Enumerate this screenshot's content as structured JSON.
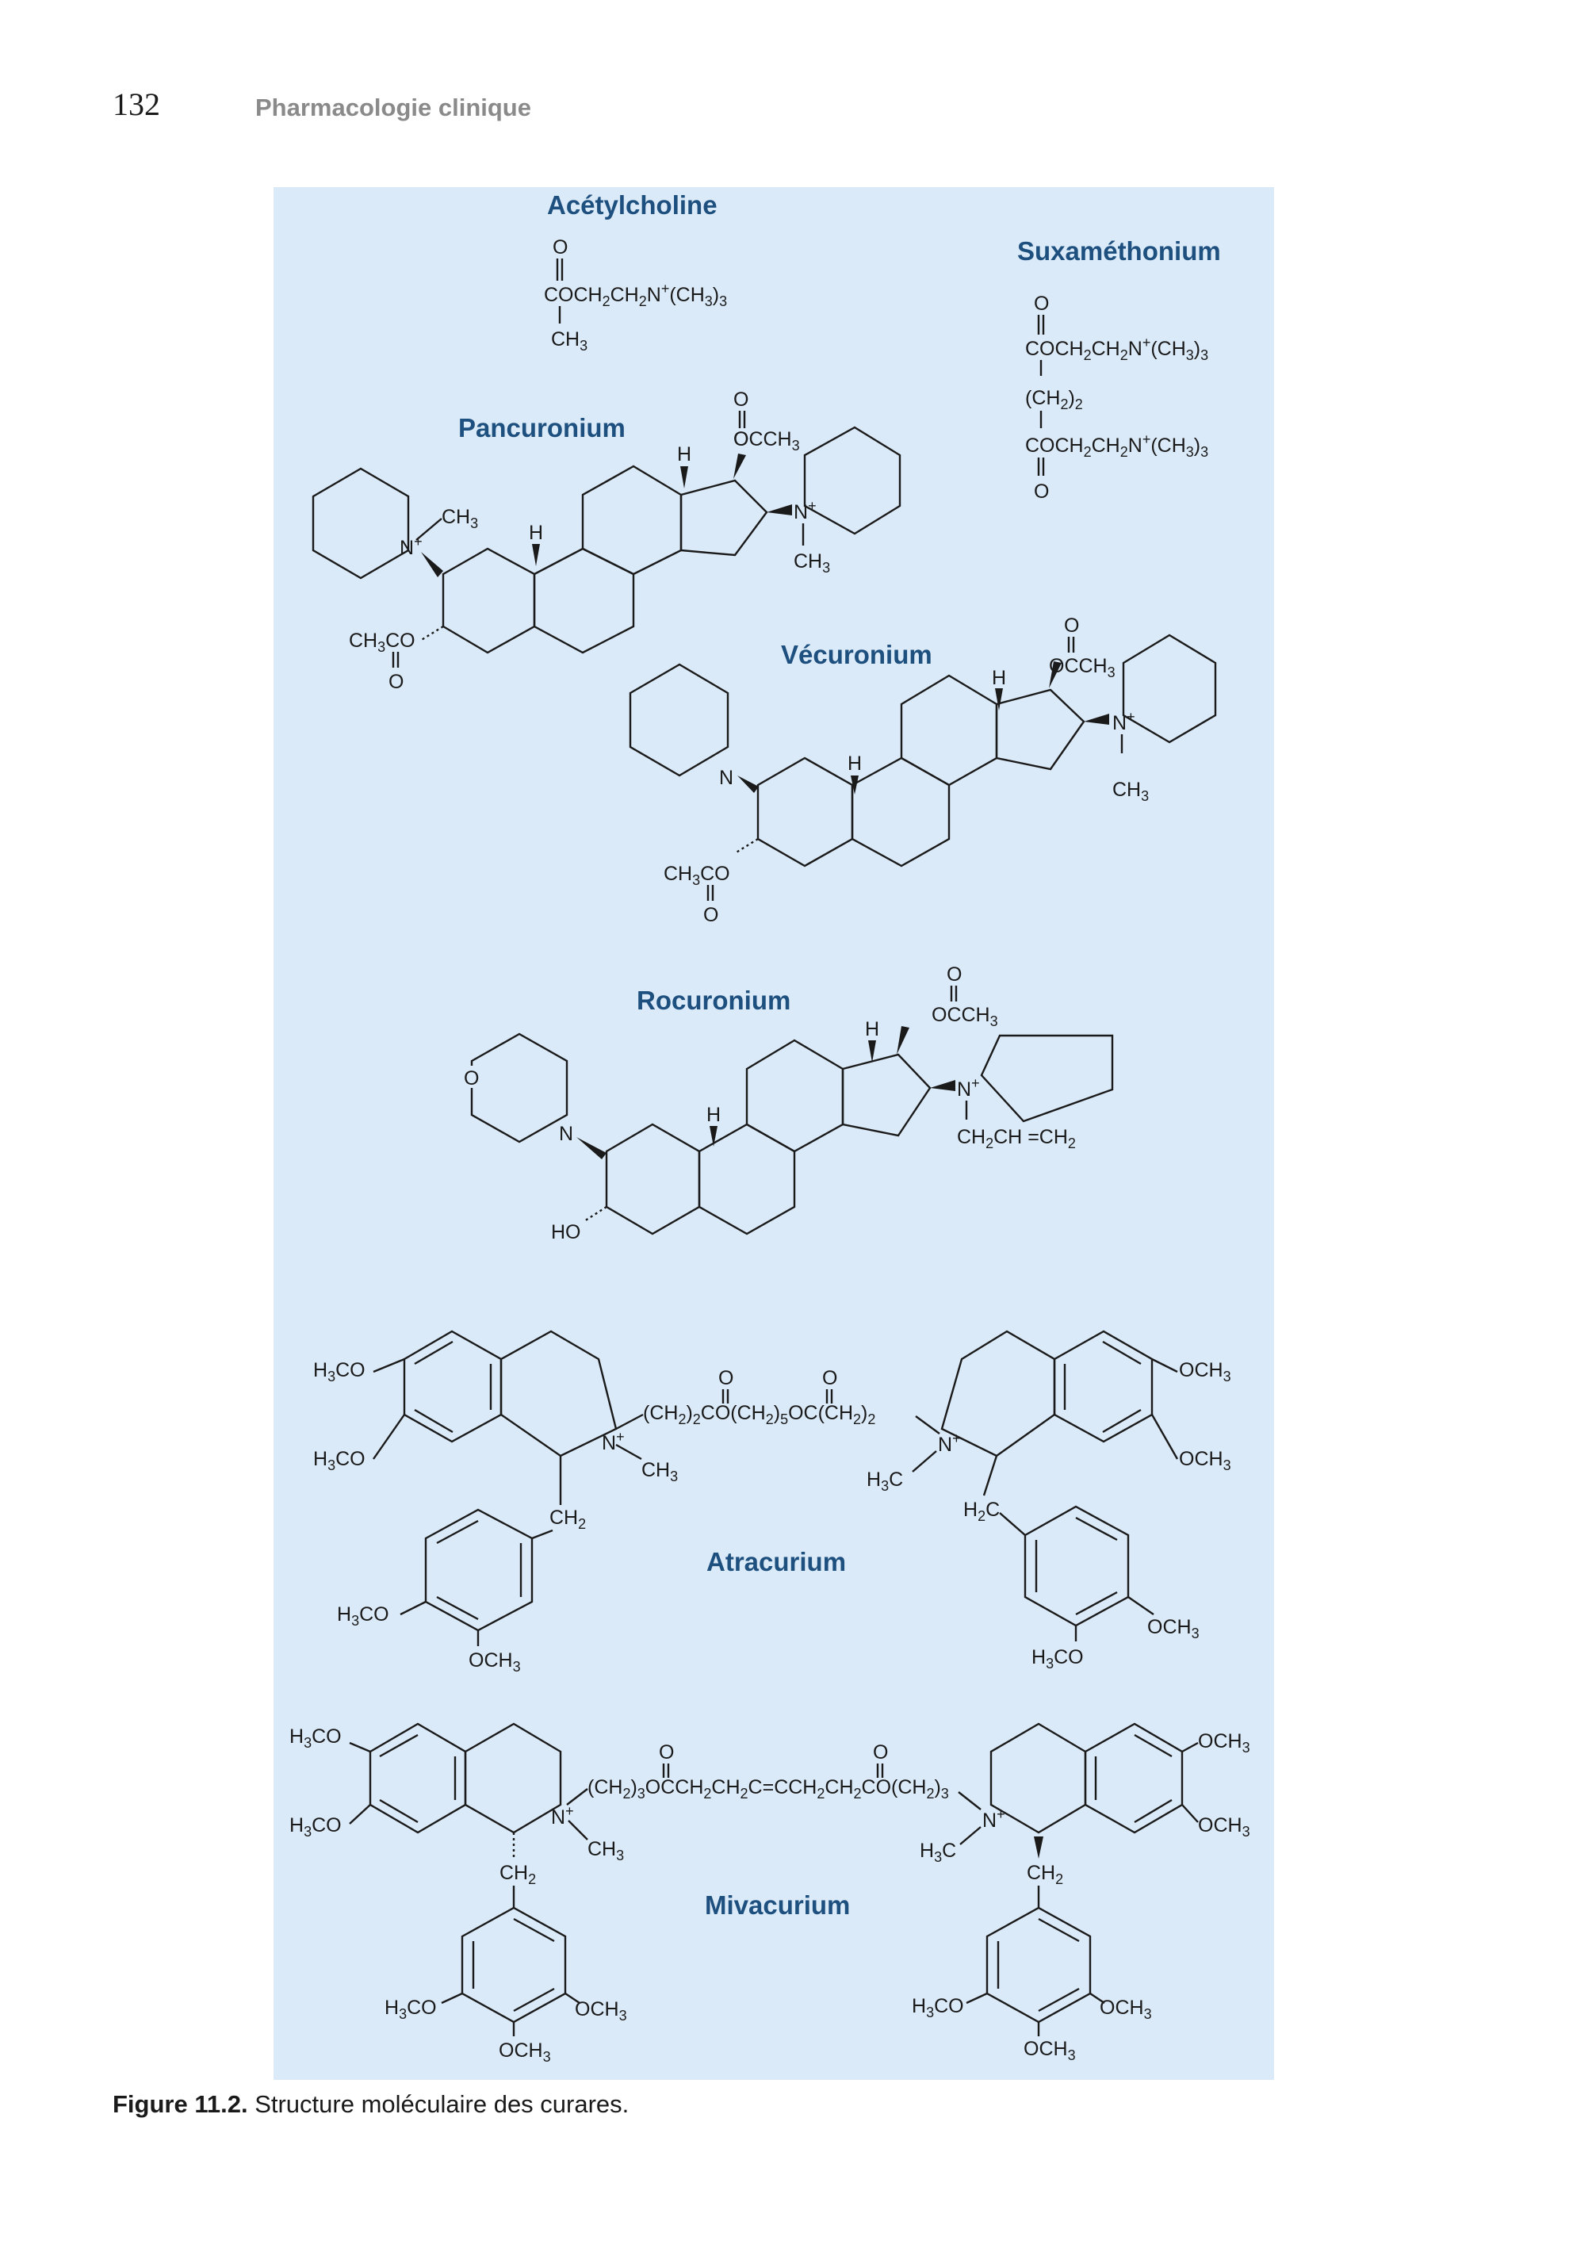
{
  "header": {
    "page_number": "132",
    "running_title": "Pharmacologie clinique"
  },
  "figure": {
    "compounds": {
      "acetylcholine": "Acétylcholine",
      "suxamethonium": "Suxaméthonium",
      "pancuronium": "Pancuronium",
      "vecuronium": "Vécuronium",
      "rocuronium": "Rocuronium",
      "atracurium": "Atracurium",
      "mivacurium": "Mivacurium"
    },
    "accent_color": "#1d4f7f",
    "panel_color": "#dbeaf8"
  },
  "caption": {
    "label": "Figure 11.2.",
    "text": " Structure moléculaire des curares."
  }
}
